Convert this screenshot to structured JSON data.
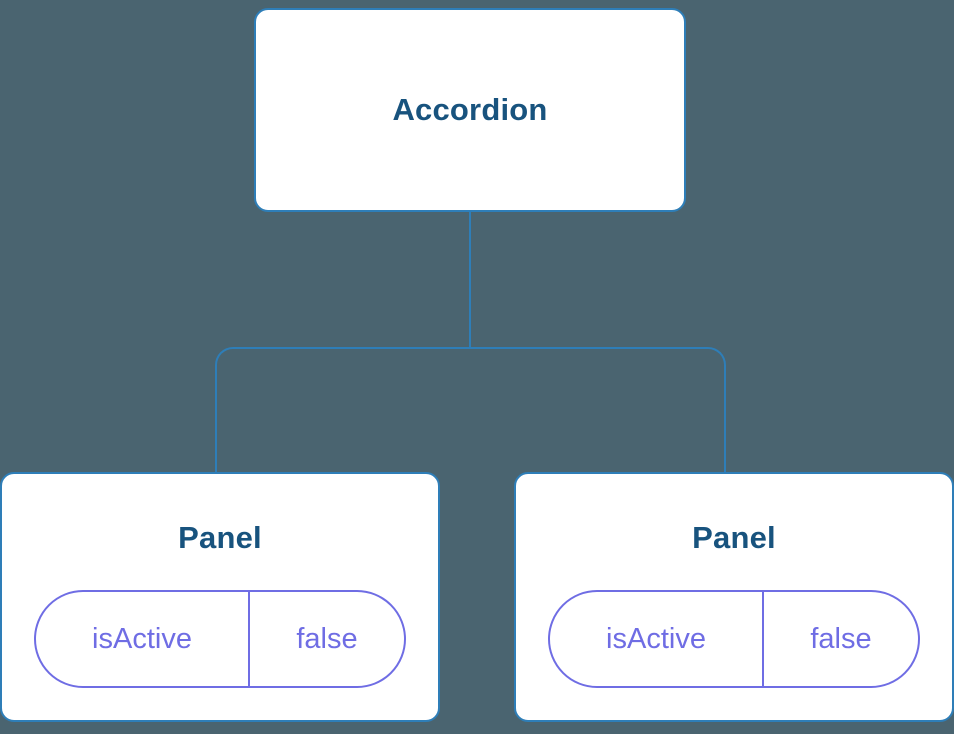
{
  "diagram": {
    "root": {
      "label": "Accordion"
    },
    "children": [
      {
        "label": "Panel",
        "props": [
          {
            "name": "isActive",
            "value": "false"
          }
        ]
      },
      {
        "label": "Panel",
        "props": [
          {
            "name": "isActive",
            "value": "false"
          }
        ]
      }
    ],
    "colors": {
      "background": "#4a6470",
      "node_fill": "#ffffff",
      "node_border": "#2e7eb8",
      "node_text": "#18537e",
      "connector": "#2e7eb8",
      "prop_accent": "#6f6de4"
    }
  }
}
